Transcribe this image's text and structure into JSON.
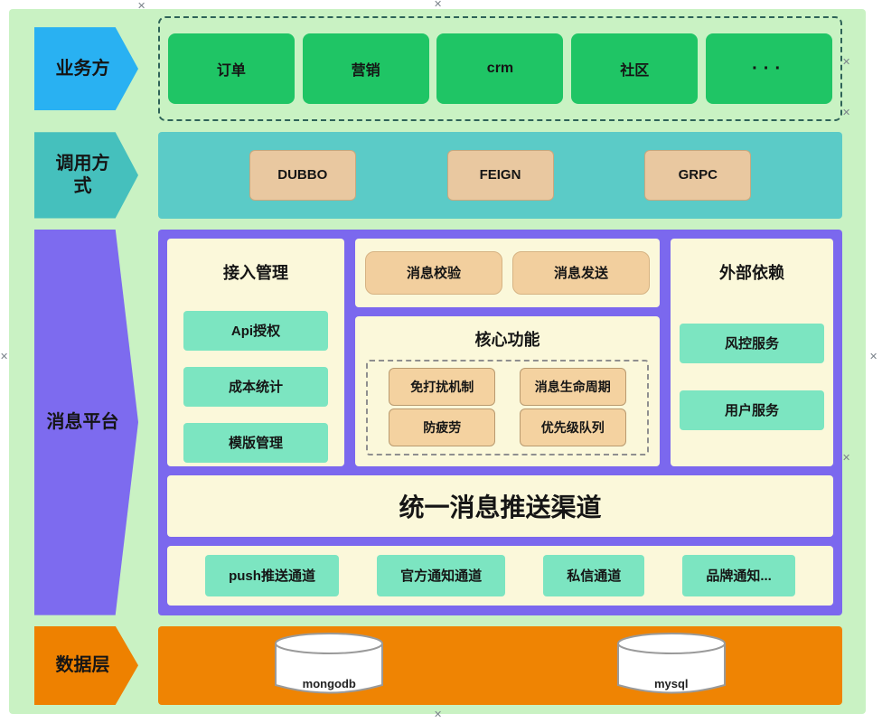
{
  "icons": {
    "selection_handle": "✕"
  },
  "palette": {
    "canvas_bg": "#c9f2c3",
    "business_label": "#29b1f2",
    "business_node": "#1fc565",
    "invoke_label": "#45c0bd",
    "invoke_bg": "#5bcbc7",
    "tan_node": "#e9c8a0",
    "platform_bg": "#7b68ee",
    "panel_bg": "#fbf8da",
    "mint_node": "#7ce5c1",
    "data_bg": "#ef8403"
  },
  "business": {
    "label": "业务方",
    "items": [
      "订单",
      "营销",
      "crm",
      "社区",
      "···"
    ]
  },
  "invocation": {
    "label": "调用方式",
    "items": [
      "DUBBO",
      "FEIGN",
      "GRPC"
    ]
  },
  "platform": {
    "label": "消息平台",
    "access": {
      "title": "接入管理",
      "items": [
        "Api授权",
        "成本统计",
        "模版管理"
      ]
    },
    "pipeline": [
      "消息校验",
      "消息发送"
    ],
    "core": {
      "title": "核心功能",
      "items": [
        "免打扰机制",
        "消息生命周期",
        "防疲劳",
        "优先级队列"
      ]
    },
    "external": {
      "title": "外部依赖",
      "items": [
        "风控服务",
        "用户服务"
      ]
    },
    "channel_bar": "统一消息推送渠道",
    "channels": [
      "push推送通道",
      "官方通知通道",
      "私信通道",
      "品牌通知..."
    ]
  },
  "data_layer": {
    "label": "数据层",
    "databases": [
      "mongodb",
      "mysql"
    ]
  }
}
